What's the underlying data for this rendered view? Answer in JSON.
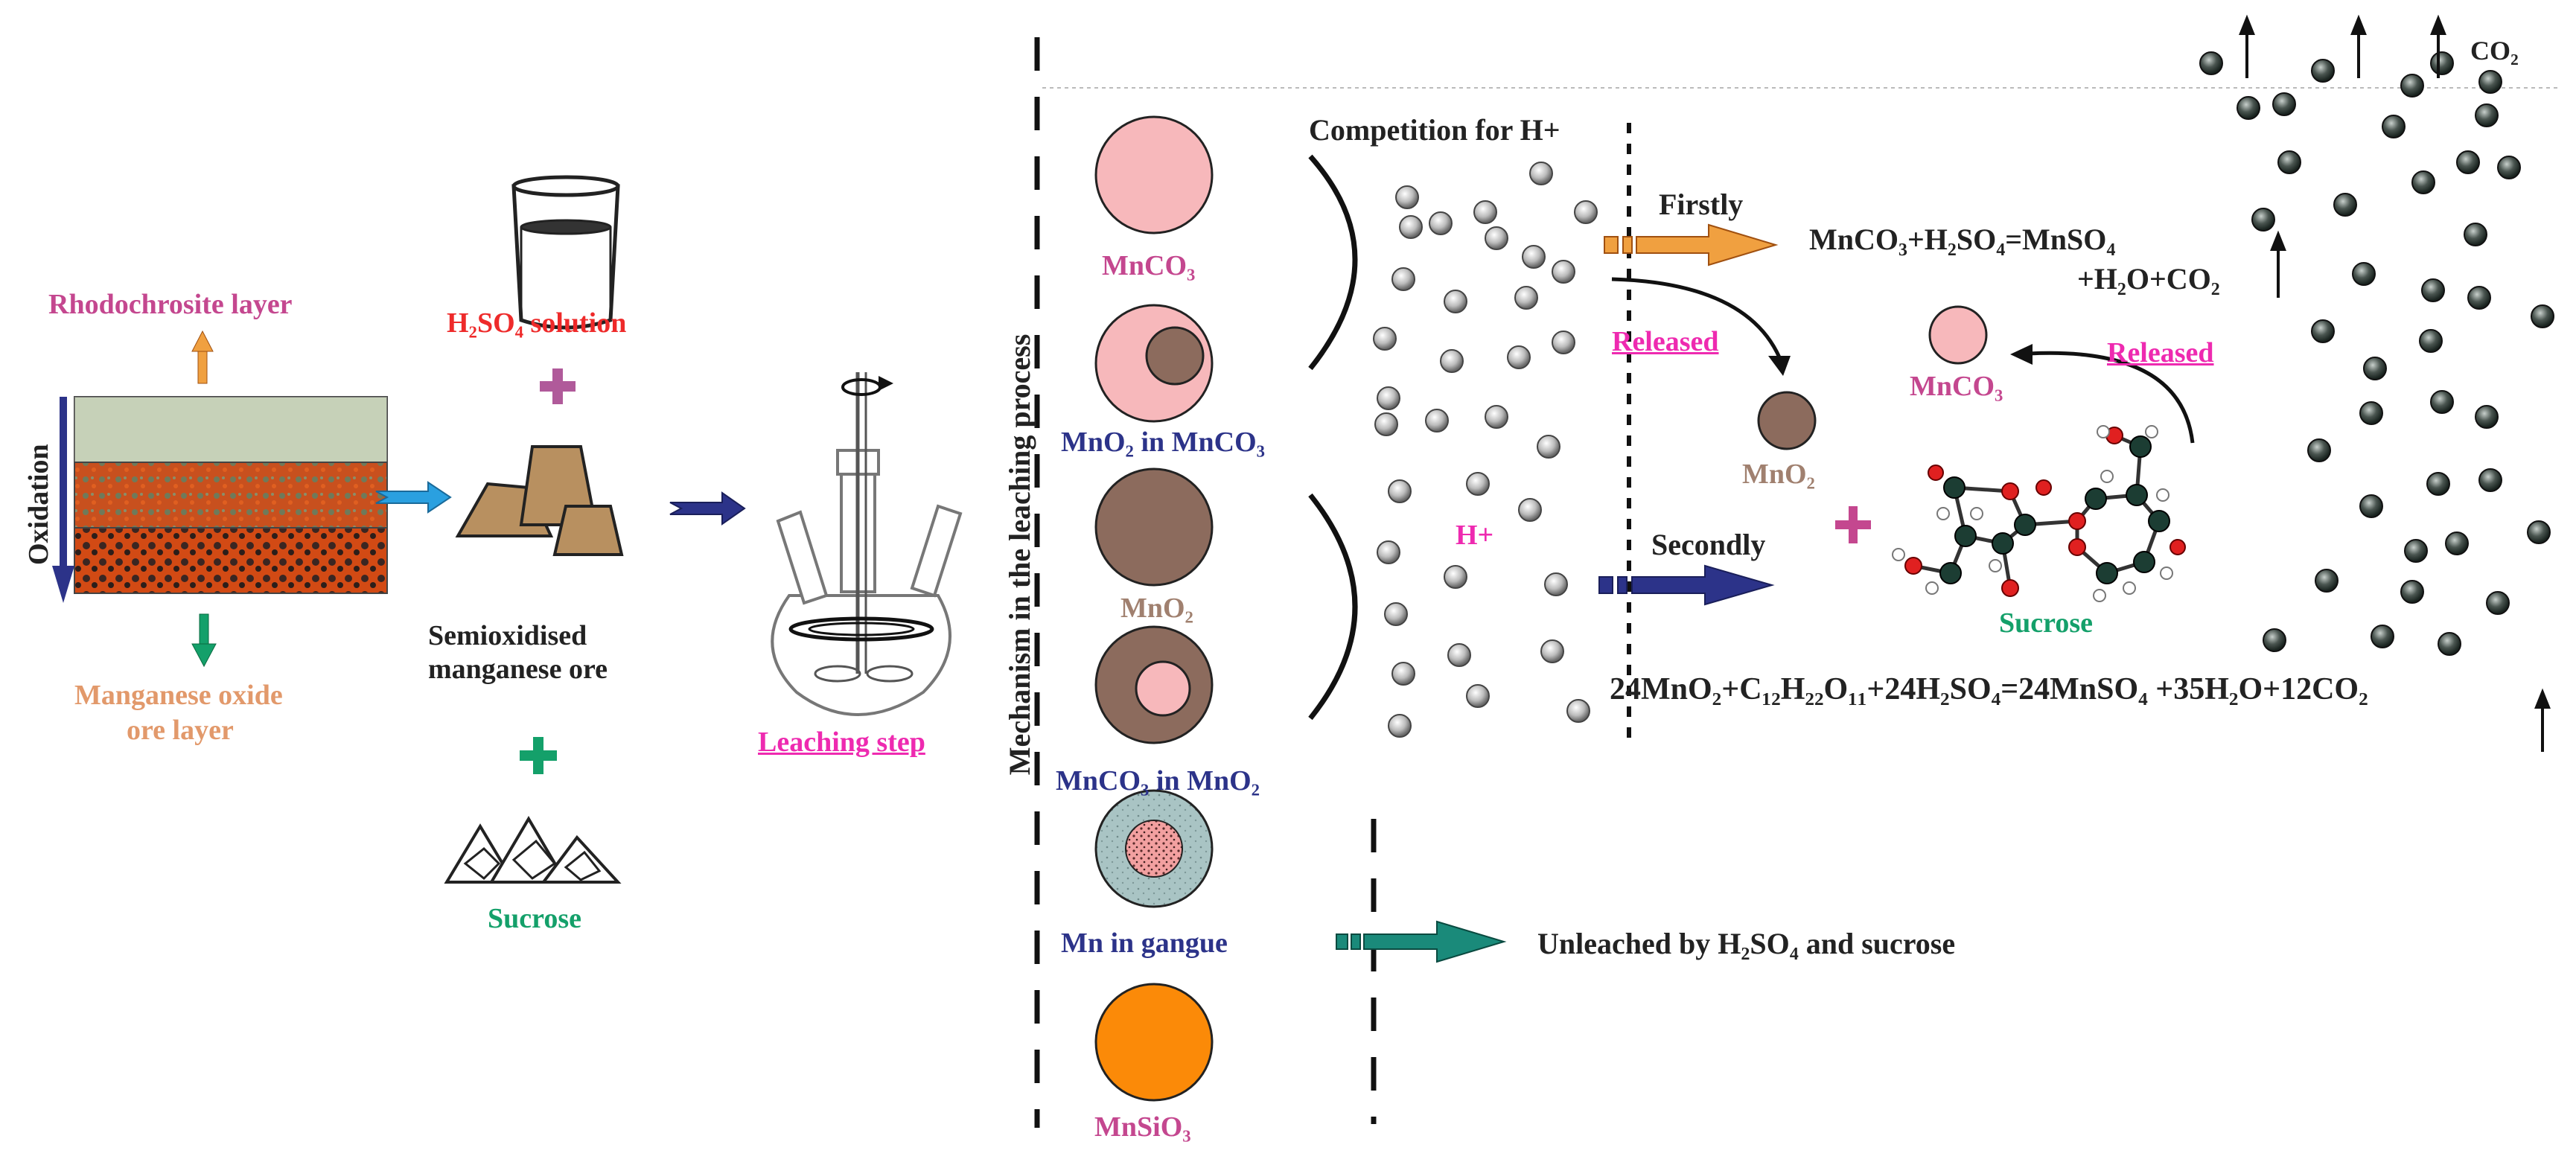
{
  "left_panel": {
    "rhodochrosite_layer": "Rhodochrosite layer",
    "oxidation": "Oxidation",
    "manganese_oxide_layer_line1": "Manganese oxide",
    "manganese_oxide_layer_line2": "ore layer",
    "h2so4_solution": "H₂SO₄ solution",
    "semioxidised_line1": "Semioxidised",
    "semioxidised_line2": "manganese ore",
    "sucrose": "Sucrose",
    "leaching_step": "Leaching step"
  },
  "mechanism": {
    "vertical_title": "Mechanism in the leaching process",
    "mnco3": "MnCO₃",
    "mno2_in_mnco3": "MnO₂ in MnCO₃",
    "mno2": "MnO₂",
    "mnco3_in_mno2": "MnCO₃ in MnO₂",
    "mn_in_gangue": "Mn in gangue",
    "mnsio3": "MnSiO₃",
    "competition": "Competition for H+",
    "h_plus": "H+",
    "firstly": "Firstly",
    "secondly": "Secondly",
    "released_1": "Released",
    "released_2": "Released",
    "eq1_line1": "MnCO₃+H₂SO₄=MnSO₄",
    "eq1_line2": "+H₂O+CO₂",
    "mno2_product": "MnO₂",
    "mnco3_product": "MnCO₃",
    "sucrose_molecule": "Sucrose",
    "eq2": "24MnO₂+C₁₂H₂₂O₁₁+24H₂SO₄=24MnSO₄ +35H₂O+12CO₂",
    "unleached": "Unleached by H₂SO₄ and sucrose",
    "co2": "CO₂"
  },
  "colors": {
    "mnco3_fill": "#f7b8bb",
    "mno2_fill": "#8c6b5d",
    "mnsio3_fill": "#fb8a08",
    "gangue_fill": "#a9c4c4",
    "arrow_orange": "#f0a040",
    "arrow_blue": "#2c3389",
    "arrow_teal": "#1a8a7a",
    "arrow_cyan": "#2aa0e0"
  }
}
